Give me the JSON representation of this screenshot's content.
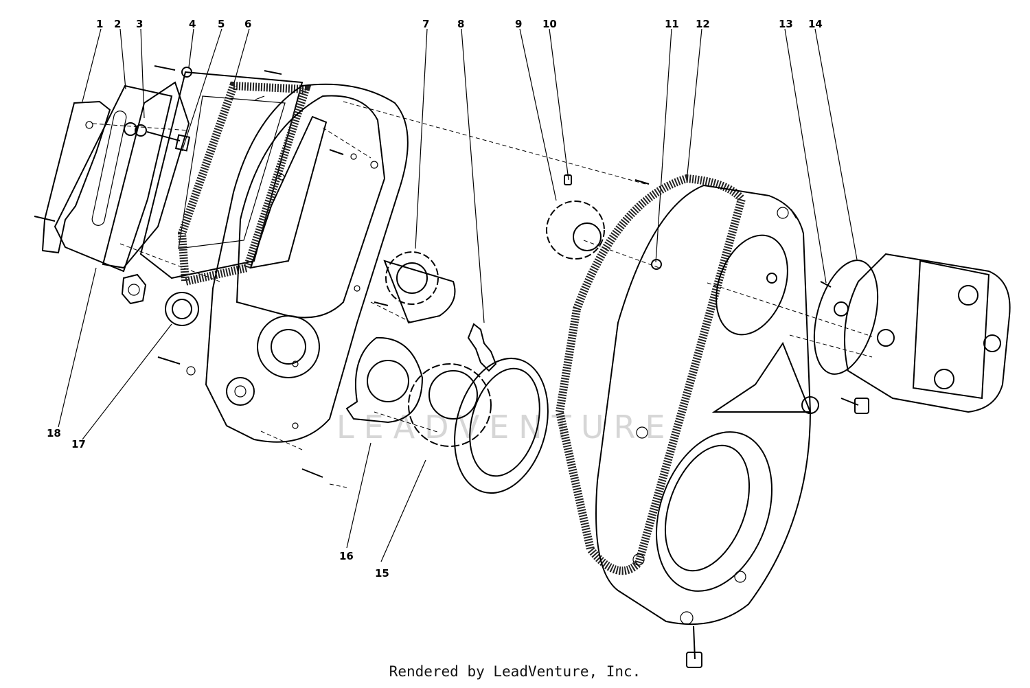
{
  "footer": {
    "text": "Rendered by LeadVenture, Inc."
  },
  "watermark": {
    "text": "LEADVENTURE"
  },
  "callouts": [
    "1",
    "2",
    "3",
    "4",
    "5",
    "6",
    "7",
    "8",
    "9",
    "10",
    "11",
    "12",
    "13",
    "14",
    "15",
    "16",
    "17",
    "18"
  ]
}
